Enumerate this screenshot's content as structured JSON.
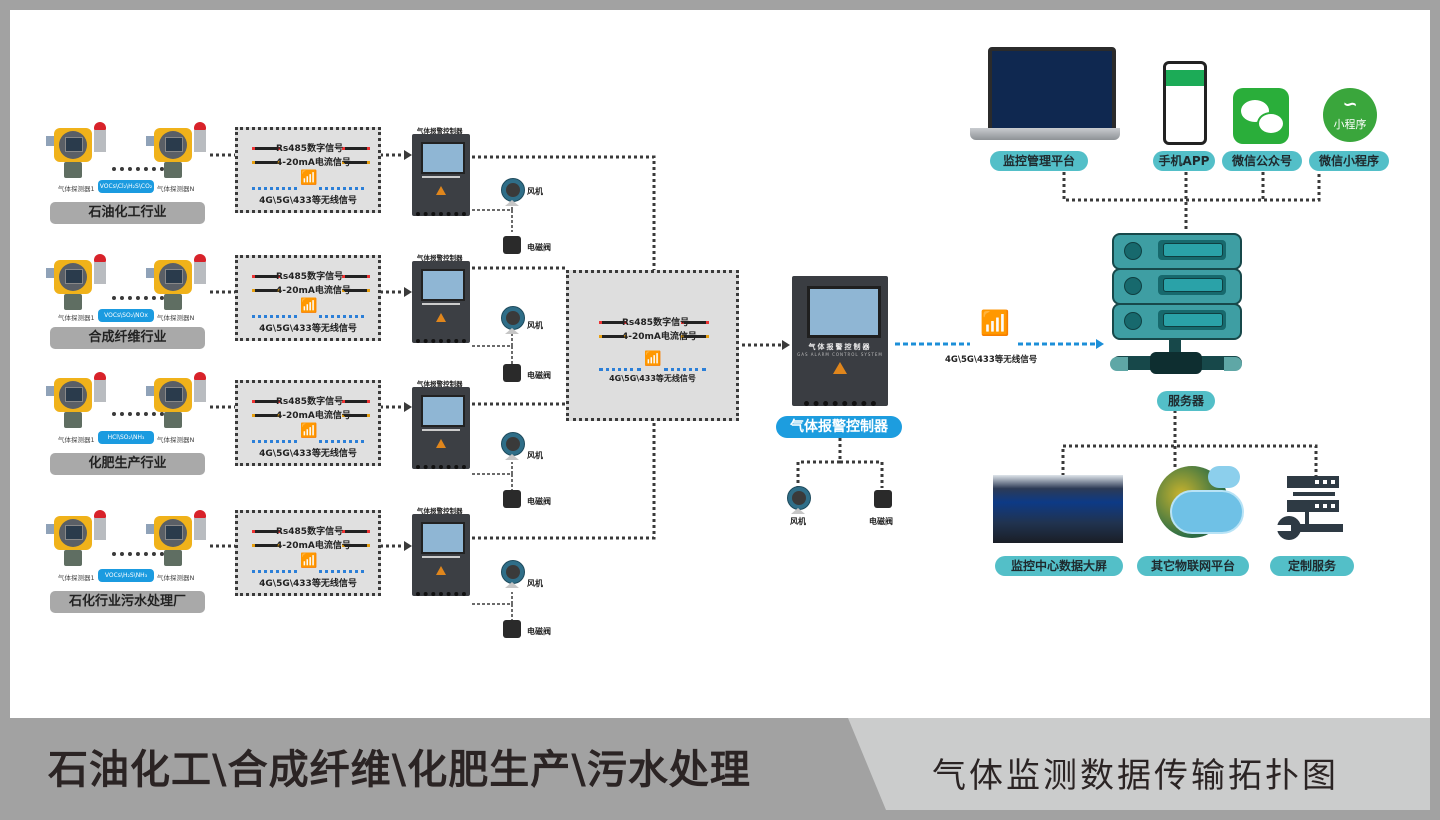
{
  "title": "石油化工\\合成纤维\\化肥生产\\污水处理",
  "subtitle": "气体监测数据传输拓扑图",
  "colors": {
    "accent_blue": "#1d9ddf",
    "accent_teal": "#53bfc8",
    "frame_gray": "#a2a2a2",
    "industry_label_gray": "#a9a9a9"
  },
  "detector_first_label": "气体探测器1",
  "detector_last_label": "气体探测器N",
  "controller_title": "气体报警控制器",
  "signal_box": {
    "rs485": "Rs485数字信号",
    "current": "4-20mA电流信号",
    "wireless": "4G\\5G\\433等无线信号"
  },
  "devices": {
    "fan": "风机",
    "valve": "电磁阀"
  },
  "industries": [
    {
      "name": "石油化工行业",
      "gases": "VOCs\\Cl₂\\H₂S\\CO₂"
    },
    {
      "name": "合成纤维行业",
      "gases": "VOCs\\SO₂\\NOx"
    },
    {
      "name": "化肥生产行业",
      "gases": "HCl\\SO₂\\NH₃"
    },
    {
      "name": "石化行业污水处理厂",
      "gases": "VOCs\\H₂S\\NH₃"
    }
  ],
  "main_controller": {
    "label": "气体报警控制器",
    "panel_title": "气体报警控制器",
    "panel_subtitle": "GAS ALARM CONTROL SYSTEM"
  },
  "uplink_label": "4G\\5G\\433等无线信号",
  "server_label": "服务器",
  "clients": [
    {
      "name": "监控管理平台",
      "icon": "laptop-icon"
    },
    {
      "name": "手机APP",
      "icon": "phone-icon"
    },
    {
      "name": "微信公众号",
      "icon": "wechat-icon"
    },
    {
      "name": "微信小程序",
      "icon": "mini-program-icon"
    }
  ],
  "mini_program_icon_text": "小程序",
  "services": [
    {
      "name": "监控中心数据大屏",
      "icon": "monitor-center-icon"
    },
    {
      "name": "其它物联网平台",
      "icon": "iot-cloud-icon"
    },
    {
      "name": "定制服务",
      "icon": "custom-service-icon"
    }
  ]
}
